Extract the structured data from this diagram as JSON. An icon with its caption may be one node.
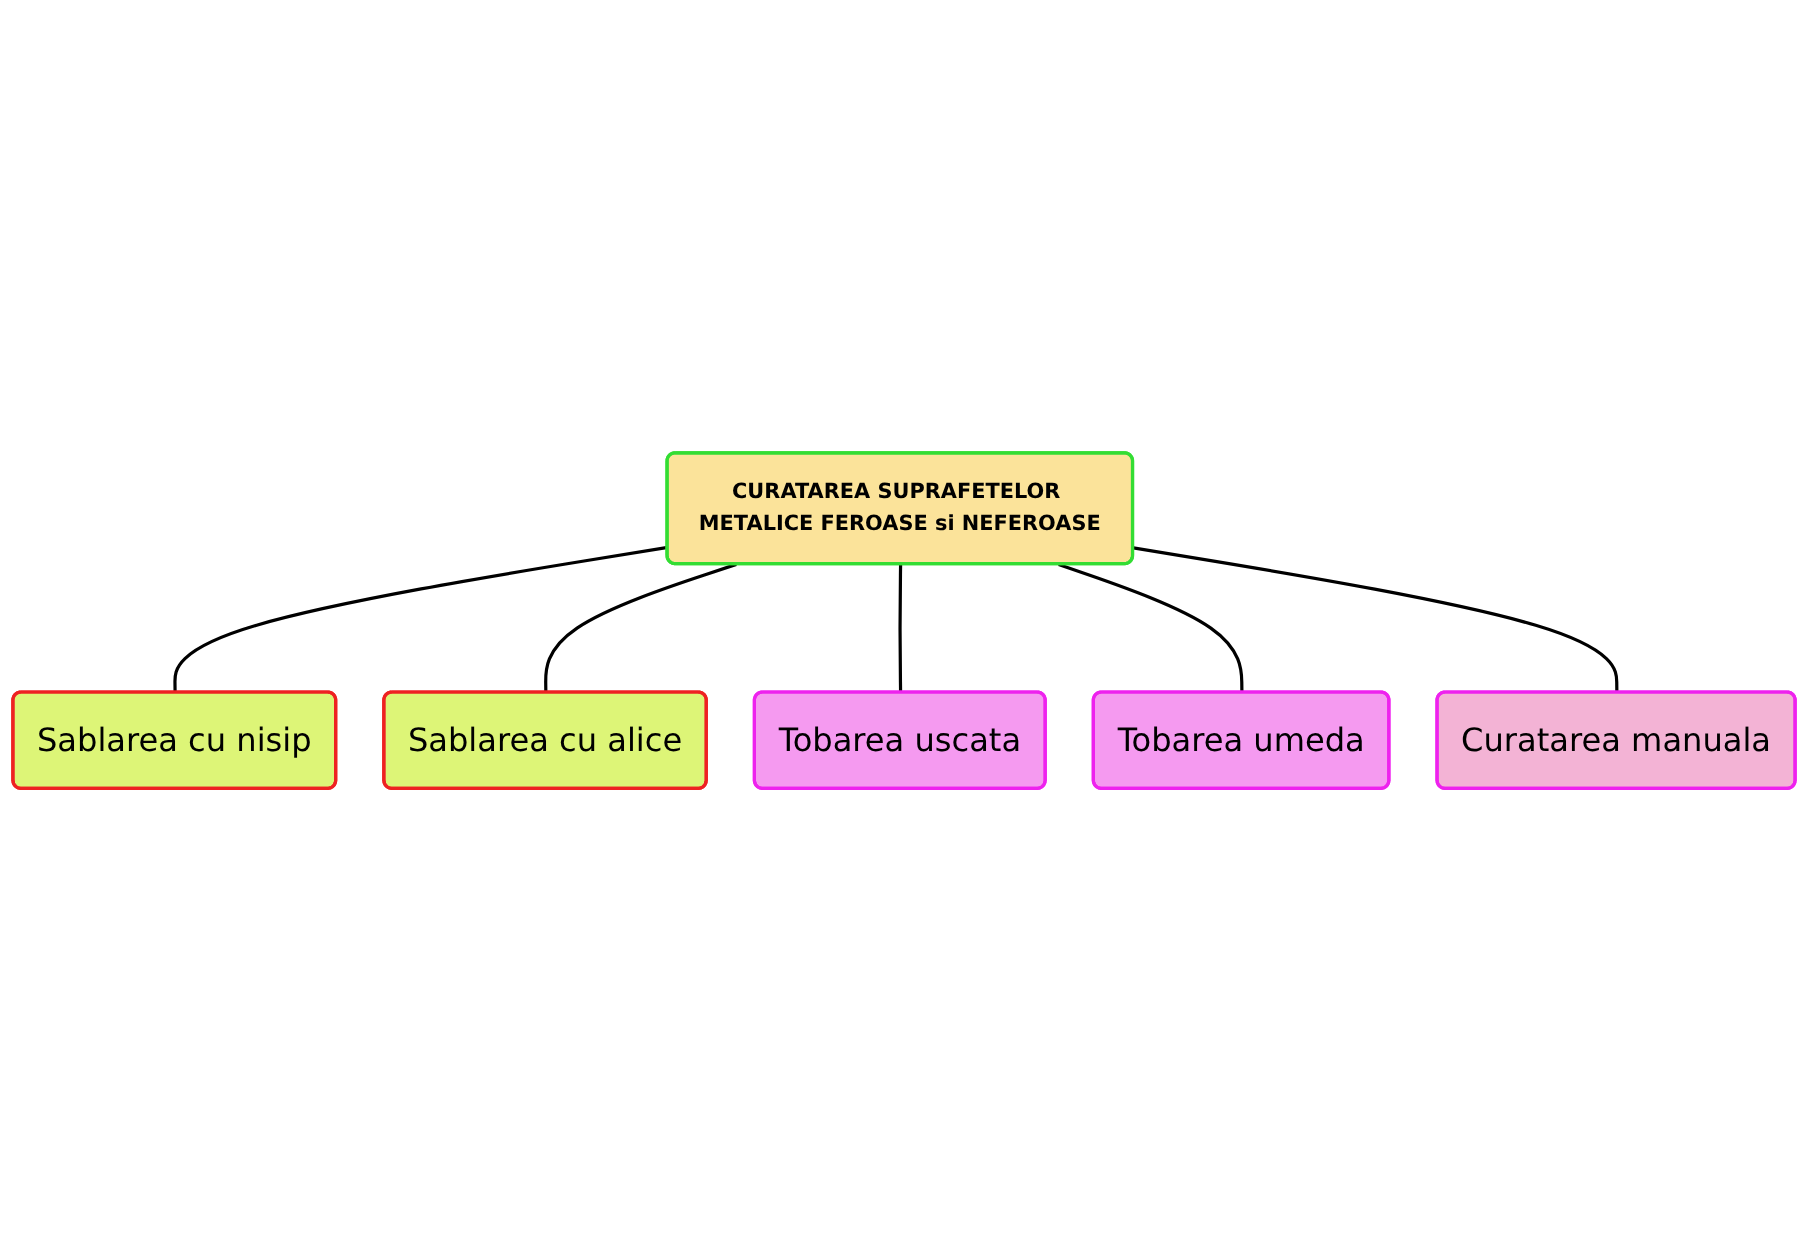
{
  "diagram": {
    "nodes": [
      {
        "text": [
          "CURATAREA SUPRAFETELOR METALICE FEROASE si NEFEROASE"
        ]
      },
      {
        "text": [
          "Sablarea cu nisip"
        ]
      },
      {
        "text": [
          "Sablarea cu alice"
        ]
      },
      {
        "text": [
          "Tobarea uscata"
        ]
      },
      {
        "text": [
          "Tobarea umeda"
        ]
      },
      {
        "text": [
          "Curatarea manuala"
        ]
      }
    ],
    "edges": [
      {
        "from": 0,
        "to": 1,
        "arrow": "none"
      },
      {
        "from": 0,
        "to": 2,
        "arrow": "none"
      },
      {
        "from": 0,
        "to": 3,
        "arrow": "none"
      },
      {
        "from": 0,
        "to": 4,
        "arrow": "none"
      },
      {
        "from": 0,
        "to": 5,
        "arrow": "none"
      }
    ]
  }
}
